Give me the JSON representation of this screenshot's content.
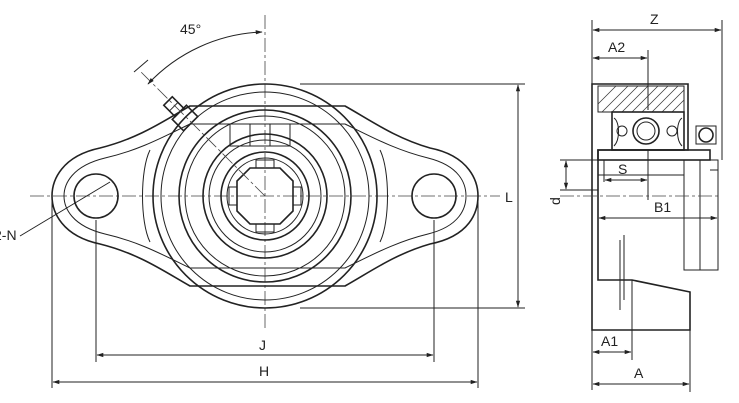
{
  "labels": {
    "angle": "45°",
    "holes": "2-N",
    "J": "J",
    "H": "H",
    "L": "L",
    "Z": "Z",
    "A2": "A2",
    "S": "S",
    "d": "d",
    "B1": "B1",
    "A1": "A1",
    "A": "A"
  }
}
